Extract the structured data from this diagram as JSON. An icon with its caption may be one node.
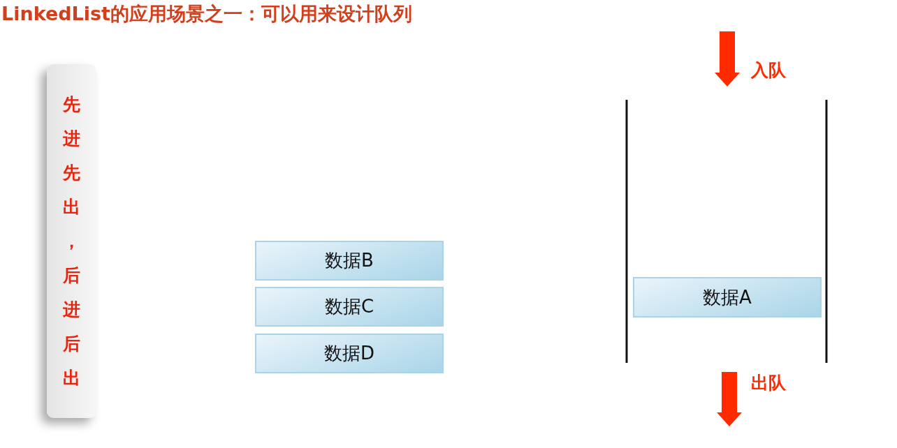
{
  "diagram": {
    "title": "LinkedList的应用场景之一：可以用来设计队列",
    "nodes": [
      {
        "text": [
          "先进先出，后进后出"
        ]
      },
      {
        "text": [
          "数据B"
        ]
      },
      {
        "text": [
          "数据C"
        ]
      },
      {
        "text": [
          "数据D"
        ]
      },
      {
        "text": [
          "数据A"
        ]
      }
    ],
    "labels": [
      "入队",
      "出队"
    ]
  }
}
